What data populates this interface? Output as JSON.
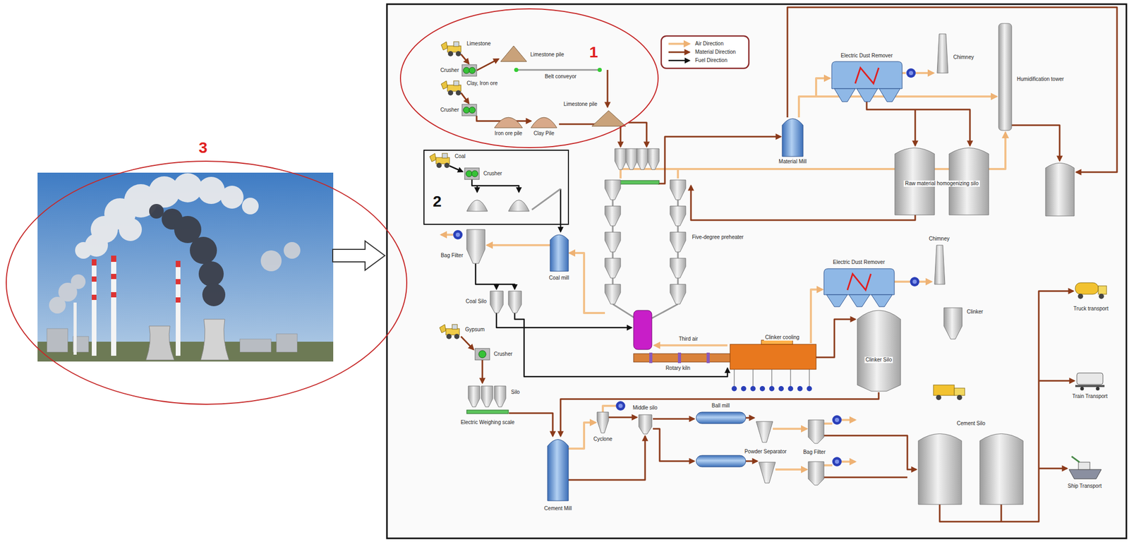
{
  "diagram": {
    "nodes": [
      {
        "text": [
          "1"
        ]
      },
      {
        "text": [
          "2"
        ]
      },
      {
        "text": [
          "3"
        ]
      }
    ],
    "labels": [
      "Limestone",
      "Crusher",
      "Limestone pile",
      "Belt conveyor",
      "Clay, Iron ore",
      "Crusher",
      "Iron ore pile",
      "Clay Pile",
      "Limestone pile",
      "Electric Dust Remover",
      "Chimney",
      "Humidification tower",
      "Material Mill",
      "Raw material homogenizing silo",
      "Coal",
      "Crusher",
      "Bag Filter",
      "Coal mill",
      "Five-degree preheater",
      "Electric Dust Remover",
      "Chimney",
      "Coal Silo",
      "Third air",
      "Clinker cooling",
      "Rotary kiln",
      "Clinker Silo",
      "Clinker",
      "Truck transport",
      "Gypsum",
      "Crusher",
      "Silo",
      "Train Transport",
      "Electric Weighing scale",
      "Cyclone",
      "Middle silo",
      "Ball mill",
      "Powder Separator",
      "Bag Filter",
      "Cement Silo",
      "Cement Mill",
      "Ship Transport"
    ],
    "legend": [
      {
        "text": "Air Direction"
      },
      {
        "text": "Material Direction"
      },
      {
        "text": "Fuel Direction"
      }
    ]
  }
}
